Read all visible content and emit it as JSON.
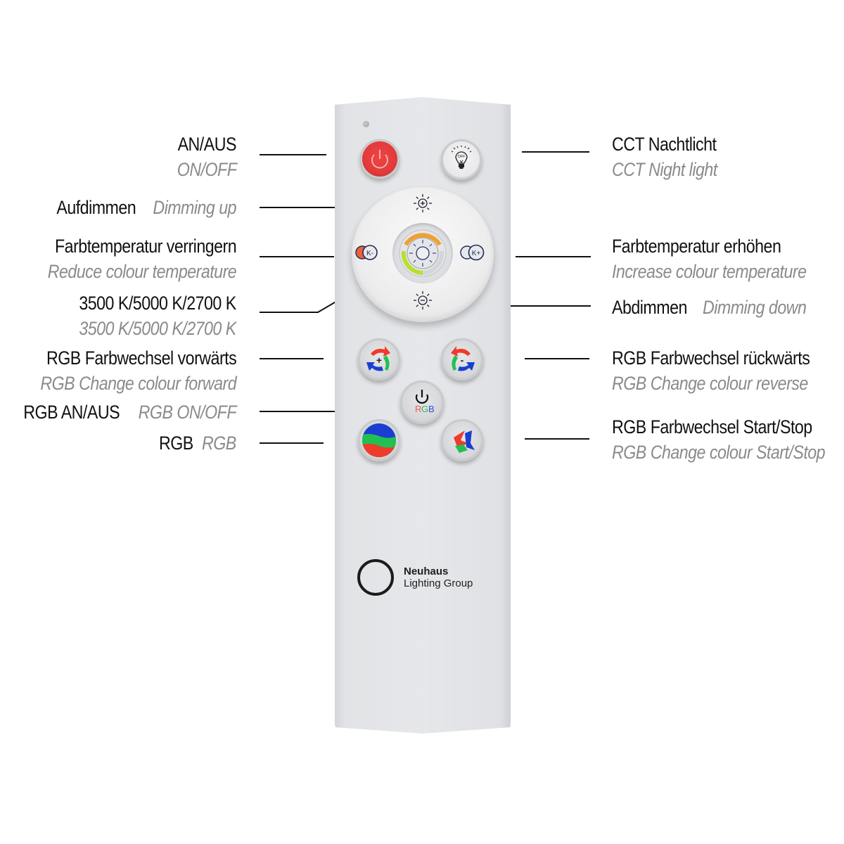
{
  "diagram": {
    "title": "Remote control button legend",
    "brand": {
      "name": "Neuhaus",
      "subtitle": "Lighting Group"
    },
    "colors": {
      "background": "#ffffff",
      "remote_body": "#e5e6e9",
      "label_primary": "#111111",
      "label_secondary": "#8a8a8a",
      "power_button": "#e23a3a",
      "cct_warm": "#f0a030",
      "cct_neutral": "#b8e030",
      "rgb_red": "#f03a2a",
      "rgb_green": "#22c050",
      "rgb_blue": "#1a3fd0"
    },
    "labels_left": [
      {
        "id": "on-off",
        "de": "AN/AUS",
        "en": "ON/OFF",
        "layout": "two-line"
      },
      {
        "id": "dimming-up",
        "de": "Aufdimmen",
        "en": "Dimming up",
        "layout": "one-line"
      },
      {
        "id": "reduce-cct",
        "de": "Farbtemperatur verringern",
        "en": "Reduce colour temperature",
        "layout": "two-line"
      },
      {
        "id": "cct-values",
        "de": "3500 K/5000 K/2700 K",
        "en": "3500 K/5000 K/2700 K",
        "layout": "two-line"
      },
      {
        "id": "rgb-forward",
        "de": "RGB Farbwechsel vorwärts",
        "en": "RGB Change colour forward",
        "layout": "two-line"
      },
      {
        "id": "rgb-on-off",
        "de": "RGB AN/AUS",
        "en": "RGB ON/OFF",
        "layout": "one-line"
      },
      {
        "id": "rgb",
        "de": "RGB",
        "en": "RGB",
        "layout": "one-line"
      }
    ],
    "labels_right": [
      {
        "id": "cct-night-light",
        "de": "CCT Nachtlicht",
        "en": "CCT Night light",
        "layout": "two-line"
      },
      {
        "id": "increase-cct",
        "de": "Farbtemperatur erhöhen",
        "en": "Increase colour temperature",
        "layout": "two-line"
      },
      {
        "id": "dimming-down",
        "de": "Abdimmen",
        "en": "Dimming down",
        "layout": "one-line"
      },
      {
        "id": "rgb-reverse",
        "de": "RGB Farbwechsel rückwärts",
        "en": "RGB Change colour reverse",
        "layout": "two-line"
      },
      {
        "id": "rgb-start-stop",
        "de": "RGB Farbwechsel Start/Stop",
        "en": "RGB Change colour Start/Stop",
        "layout": "two-line"
      }
    ],
    "buttons": {
      "power": {
        "icon": "power-icon"
      },
      "night_light": {
        "icon": "lightbulb-off-icon",
        "text": "OFF"
      },
      "dim_up": {
        "icon": "sun-plus-icon",
        "text": "+"
      },
      "dim_down": {
        "icon": "sun-minus-icon",
        "text": "−"
      },
      "cct_down": {
        "icon": "k-minus-icon",
        "text": "K-"
      },
      "cct_up": {
        "icon": "k-plus-icon",
        "text": "K+"
      },
      "cct_cycle": {
        "icon": "cct-wheel-icon"
      },
      "rgb_forward": {
        "icon": "rgb-cycle-forward-icon",
        "text": "+"
      },
      "rgb_reverse": {
        "icon": "rgb-cycle-reverse-icon",
        "text": "-"
      },
      "rgb_on_off": {
        "icon": "power-icon",
        "text": "RGB",
        "letters": [
          "R",
          "G",
          "B"
        ]
      },
      "rgb_color": {
        "icon": "rgb-wave-icon"
      },
      "rgb_start_stop": {
        "icon": "rgb-shards-icon"
      }
    }
  }
}
